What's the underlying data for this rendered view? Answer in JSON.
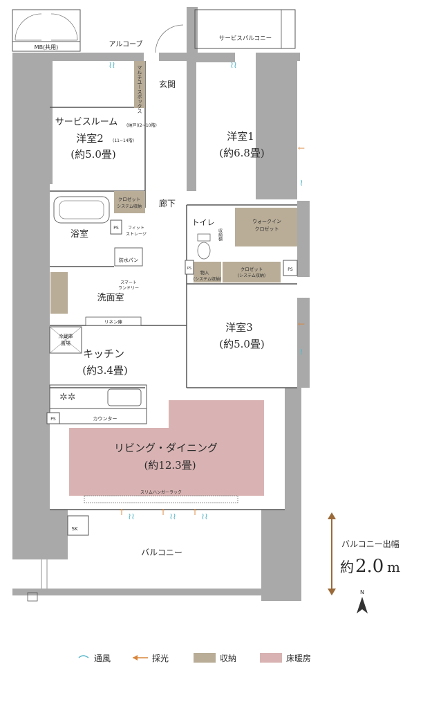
{
  "colors": {
    "wall": "#a9a9a9",
    "storage": "#b9ad98",
    "floor_heating": "#d9b3b3",
    "ventilation": "#58b7c9",
    "light": "#d9853a",
    "line": "#555555",
    "arrow_brown": "#9a6a3a"
  },
  "labels": {
    "mb": "MB(共用)",
    "alcove": "アルコーブ",
    "service_balcony": "サービスバルコニー",
    "multi_box": "マルチユースボックス",
    "entrance": "玄関",
    "service_room": "サービスルーム",
    "service_room_note": "(納戸)(2~10階)",
    "room2": "洋室2",
    "room2_note": "(11~14階)",
    "room2_size": "(約5.0畳)",
    "room1": "洋室1",
    "room1_size": "(約6.8畳)",
    "closet_system": "クロゼット",
    "closet_system_sub": "システム収納",
    "hallway": "廊下",
    "toilet": "トイレ",
    "storage_small": "収納棚",
    "walkin": "ウォークイン",
    "walkin_sub": "クロゼット",
    "bath": "浴室",
    "ps": "PS",
    "fit_storage": "フィット",
    "fit_storage_sub": "ストレージ",
    "waterproof_pan": "防水パン",
    "smart_laundry": "スマート",
    "smart_laundry_sub": "ランドリー",
    "storage_system": "物入",
    "storage_system_sub": "(システム収納)",
    "closet3": "クロゼット",
    "closet3_sub": "(システム収納)",
    "washroom": "洗面室",
    "linen": "リネン庫",
    "fridge": "冷蔵庫",
    "fridge_sub": "置場",
    "kitchen": "キッチン",
    "kitchen_size": "(約3.4畳)",
    "room3": "洋室3",
    "room3_size": "(約5.0畳)",
    "counter": "カウンター",
    "living": "リビング・ダイニング",
    "living_size": "(約12.3畳)",
    "slim_rack": "スリムハンガーラック",
    "sk": "SK",
    "balcony": "バルコニー",
    "balcony_depth_label": "バルコニー出幅",
    "balcony_depth_prefix": "約",
    "balcony_depth_value": "2.0",
    "balcony_depth_unit": "m",
    "north": "N"
  },
  "legend": [
    {
      "icon": "ventilation-swirl-icon",
      "label": "通風"
    },
    {
      "icon": "light-arrow-icon",
      "label": "採光"
    },
    {
      "icon": "storage-swatch-icon",
      "label": "収納"
    },
    {
      "icon": "floor-heating-swatch-icon",
      "label": "床暖房"
    }
  ]
}
